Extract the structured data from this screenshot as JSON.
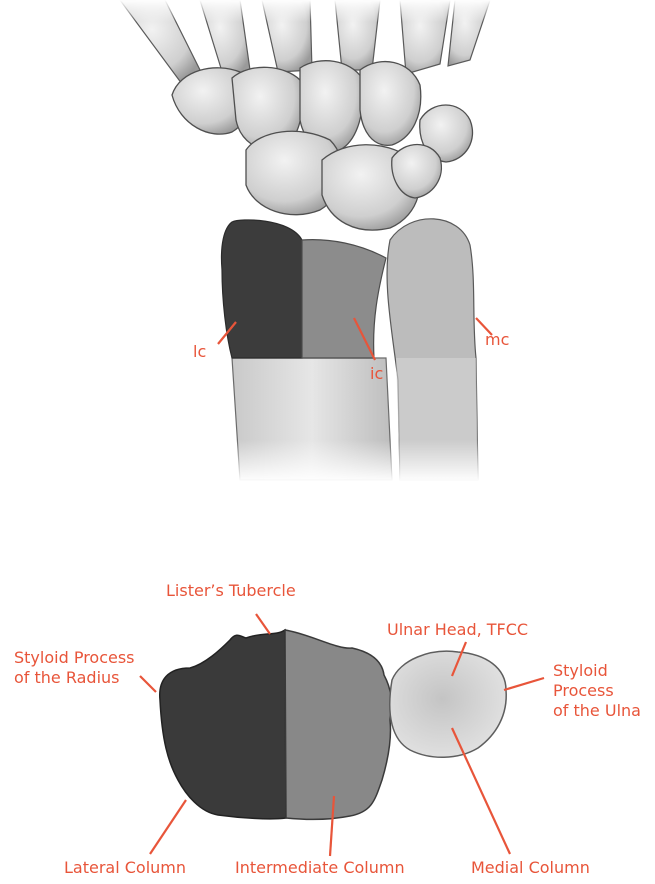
{
  "colors": {
    "label": "#e8553a",
    "leader": "#e8553a",
    "bone_light": "#d9d9d9",
    "bone_mid": "#a6a6a6",
    "bone_dark": "#3c3c3c",
    "outline": "#4d4d4d"
  },
  "upper_figure": {
    "labels": {
      "lateral_column_abbr": "lc",
      "intermediate_column_abbr": "ic",
      "medial_column_abbr": "mc"
    }
  },
  "lower_figure": {
    "labels": {
      "listers_tubercle": "Lister’s Tubercle",
      "styloid_radius_line1": "Styloid Process",
      "styloid_radius_line2": "of the Radius",
      "ulnar_head": "Ulnar Head, TFCC",
      "styloid_ulna_line1": "Styloid",
      "styloid_ulna_line2": "Process",
      "styloid_ulna_line3": "of the Ulna",
      "lateral_column": "Lateral Column",
      "intermediate_column": "Intermediate Column",
      "medial_column": "Medial Column"
    }
  }
}
